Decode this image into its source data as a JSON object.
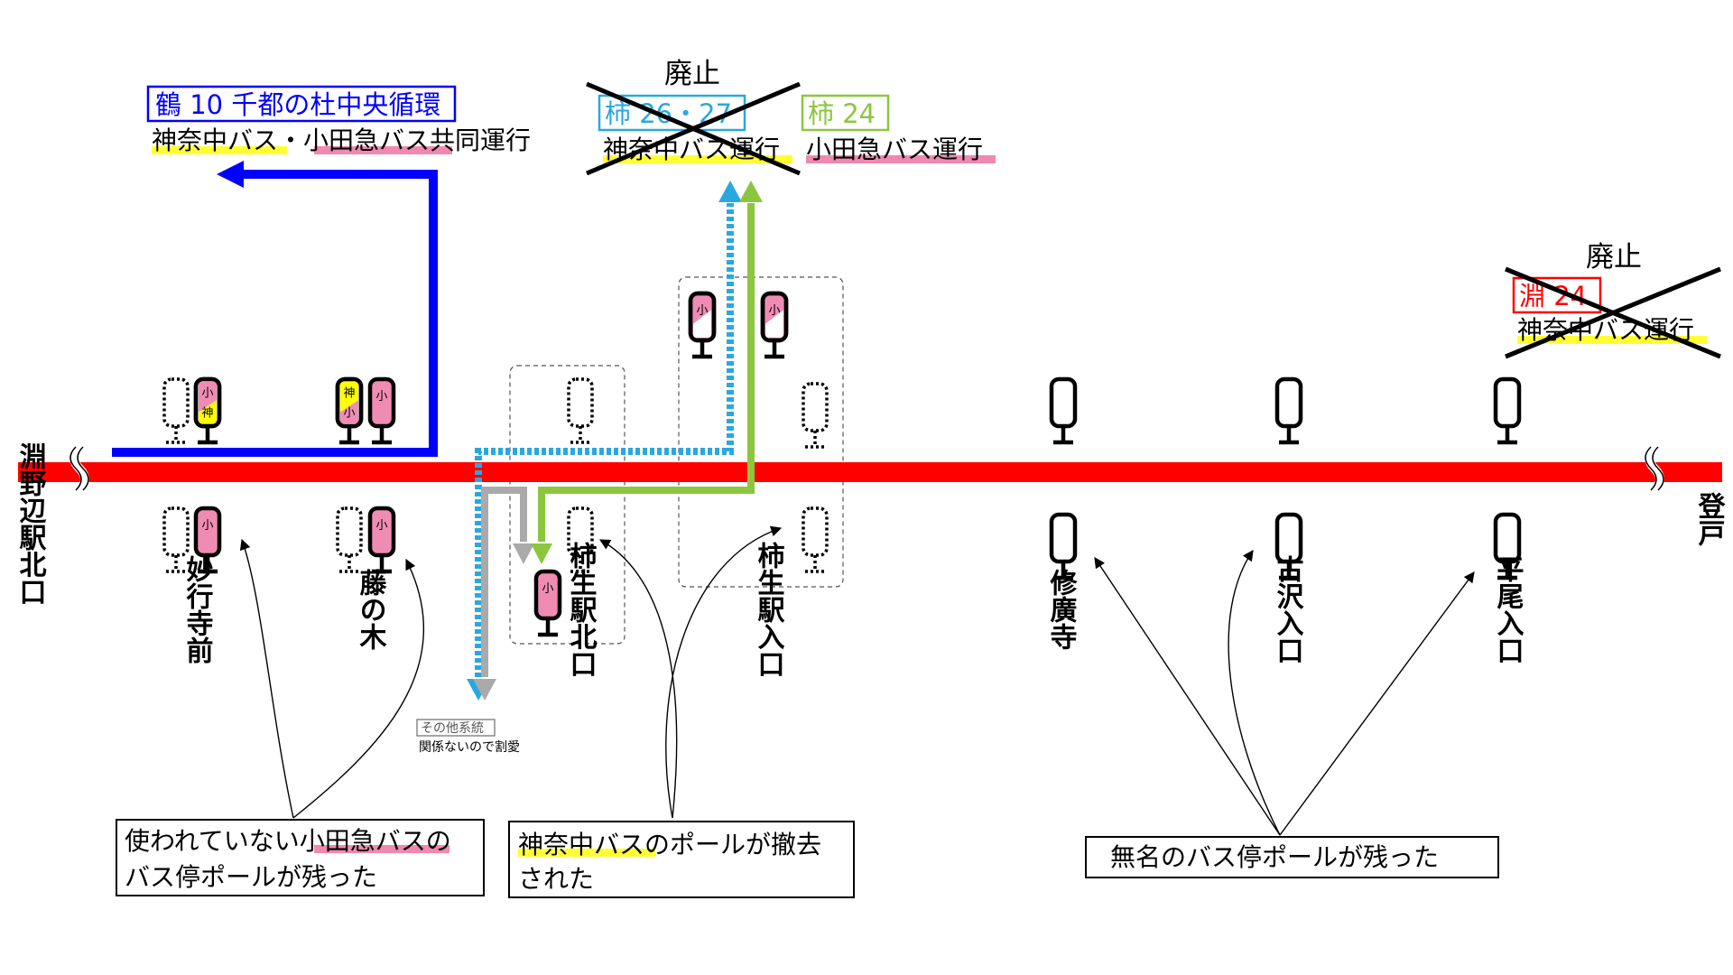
{
  "colors": {
    "main_line": "#ff0000",
    "route_tsuru10": "#0000ff",
    "route_kaki2627": "#29a8e0",
    "route_kaki24": "#8cc63f",
    "route_fuchi24": "#ff0000",
    "other": "#aaaaaa",
    "highlight_kanachu": "#ffff33",
    "highlight_odakyu": "#f088b0",
    "pole_odakyu": "#f08cb4",
    "pole_kanachu": "#ffff00"
  },
  "route_tsuru10": {
    "code": "鶴 10 千都の杜中央循環",
    "op_part1": "神奈中バス",
    "op_sep": "・",
    "op_part2": "小田急バス",
    "op_part3": "共同運行"
  },
  "route_kaki2627": {
    "abolished": "廃止",
    "code": "柿 26・27",
    "operator": "神奈中バス運行"
  },
  "route_kaki24": {
    "code": "柿 24",
    "operator": "小田急バス運行"
  },
  "route_fuchi24": {
    "abolished": "廃止",
    "code": "淵 24",
    "operator": "神奈中バス運行"
  },
  "termini": {
    "left": "淵野辺駅北口",
    "right": "登戸"
  },
  "stops": [
    {
      "name": "妙行寺前"
    },
    {
      "name": "藤の木"
    },
    {
      "name": "柿生駅北口"
    },
    {
      "name": "柿生駅入口"
    },
    {
      "name": "修廣寺"
    },
    {
      "name": "古沢入口"
    },
    {
      "name": "平尾入口"
    }
  ],
  "pole_marks": {
    "odakyu": "小",
    "kanachu": "神"
  },
  "other_routes": {
    "label": "その他系統",
    "note": "関係ないので割愛"
  },
  "notes": {
    "odakyu_unused_part1": "使われていない",
    "odakyu_unused_part2": "小田急バス",
    "odakyu_unused_part3": "の",
    "odakyu_unused_line2": "バス停ポールが残った",
    "kanachu_removed_part1": "神奈中バス",
    "kanachu_removed_part2": "のポールが撤去",
    "kanachu_removed_line2": "された",
    "nameless": "無名のバス停ポールが残った"
  }
}
